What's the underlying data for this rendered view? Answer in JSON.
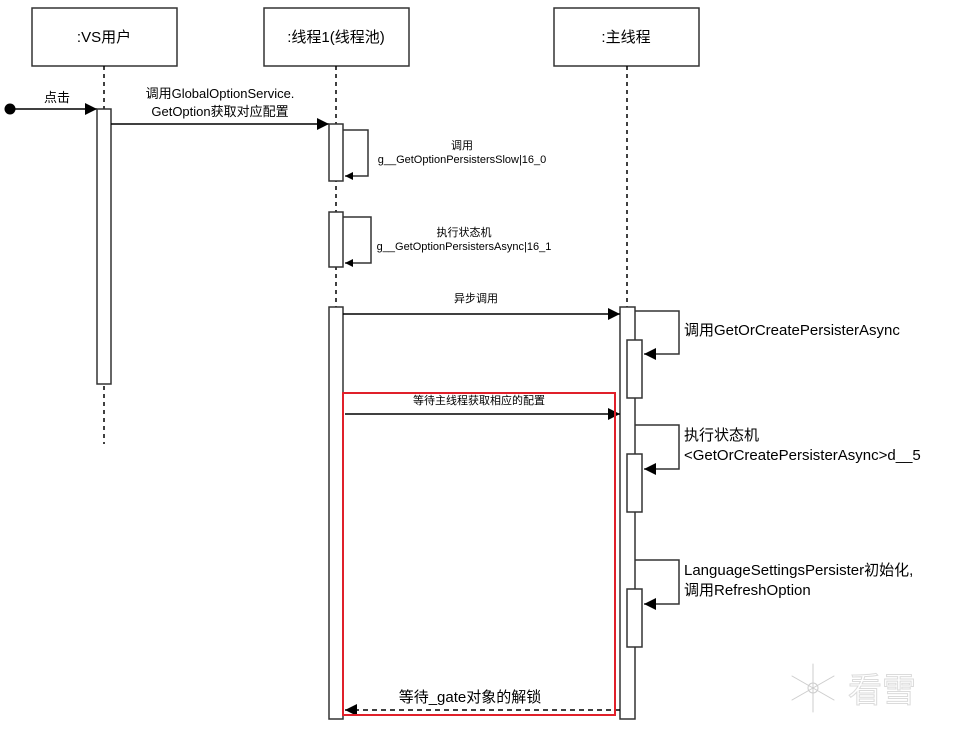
{
  "diagram": {
    "type": "sequence-diagram",
    "participants": [
      {
        "id": "vs-user",
        "label": ":VS用户"
      },
      {
        "id": "thread1",
        "label": ":线程1(线程池)"
      },
      {
        "id": "main-thread",
        "label": ":主线程"
      }
    ],
    "messages": [
      {
        "id": "click",
        "from": "start",
        "to": "vs-user",
        "label": "点击",
        "style": "solid"
      },
      {
        "id": "get-option",
        "from": "vs-user",
        "to": "thread1",
        "label_lines": [
          "调用GlobalOptionService.",
          "GetOption获取对应配置"
        ],
        "style": "solid"
      },
      {
        "id": "self-slow",
        "from": "thread1",
        "to": "thread1",
        "label_lines": [
          "调用",
          "g__GetOptionPersistersSlow|16_0"
        ],
        "style": "solid"
      },
      {
        "id": "self-async",
        "from": "thread1",
        "to": "thread1",
        "label_lines": [
          "执行状态机",
          "g__GetOptionPersistersAsync|16_1"
        ],
        "style": "solid"
      },
      {
        "id": "async-call",
        "from": "thread1",
        "to": "main-thread",
        "label": "异步调用",
        "style": "solid"
      },
      {
        "id": "main-self-1",
        "from": "main-thread",
        "to": "main-thread",
        "label_lines": [
          "调用GetOrCreatePersisterAsync"
        ],
        "style": "solid"
      },
      {
        "id": "wait-config",
        "from": "thread1",
        "to": "main-thread",
        "label": "等待主线程获取相应的配置",
        "style": "solid"
      },
      {
        "id": "main-self-2",
        "from": "main-thread",
        "to": "main-thread",
        "label_lines": [
          "执行状态机",
          "<GetOrCreatePersisterAsync>d__5"
        ],
        "style": "solid"
      },
      {
        "id": "main-self-3",
        "from": "main-thread",
        "to": "main-thread",
        "label_lines": [
          "LanguageSettingsPersister初始化,",
          "调用RefreshOption"
        ],
        "style": "solid"
      },
      {
        "id": "wait-gate",
        "from": "main-thread",
        "to": "thread1",
        "label": "等待_gate对象的解锁",
        "style": "dashed"
      }
    ],
    "highlight": {
      "color": "#e0202a"
    },
    "colors": {
      "line": "#000000",
      "box_border": "#333333"
    },
    "watermark": {
      "text": "看雪",
      "icon": "snowflake-icon"
    }
  }
}
